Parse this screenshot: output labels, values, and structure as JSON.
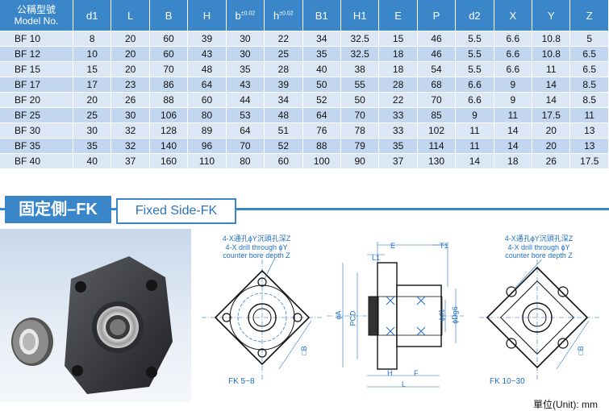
{
  "table": {
    "headers": [
      {
        "id": "model",
        "label": "Model No.",
        "cn": "公稱型號"
      },
      {
        "id": "d1",
        "label": "d1"
      },
      {
        "id": "L",
        "label": "L"
      },
      {
        "id": "B",
        "label": "B"
      },
      {
        "id": "H",
        "label": "H"
      },
      {
        "id": "b",
        "label": "b",
        "sup": "±0.02"
      },
      {
        "id": "h",
        "label": "h",
        "sup": "±0.02"
      },
      {
        "id": "B1",
        "label": "B1"
      },
      {
        "id": "H1",
        "label": "H1"
      },
      {
        "id": "E",
        "label": "E"
      },
      {
        "id": "P",
        "label": "P"
      },
      {
        "id": "d2",
        "label": "d2"
      },
      {
        "id": "X",
        "label": "X"
      },
      {
        "id": "Y",
        "label": "Y"
      },
      {
        "id": "Z",
        "label": "Z"
      }
    ],
    "rows": [
      [
        "BF 10",
        "8",
        "20",
        "60",
        "39",
        "30",
        "22",
        "34",
        "32.5",
        "15",
        "46",
        "5.5",
        "6.6",
        "10.8",
        "5"
      ],
      [
        "BF 12",
        "10",
        "20",
        "60",
        "43",
        "30",
        "25",
        "35",
        "32.5",
        "18",
        "46",
        "5.5",
        "6.6",
        "10.8",
        "6.5"
      ],
      [
        "BF 15",
        "15",
        "20",
        "70",
        "48",
        "35",
        "28",
        "40",
        "38",
        "18",
        "54",
        "5.5",
        "6.6",
        "11",
        "6.5"
      ],
      [
        "BF 17",
        "17",
        "23",
        "86",
        "64",
        "43",
        "39",
        "50",
        "55",
        "28",
        "68",
        "6.6",
        "9",
        "14",
        "8.5"
      ],
      [
        "BF 20",
        "20",
        "26",
        "88",
        "60",
        "44",
        "34",
        "52",
        "50",
        "22",
        "70",
        "6.6",
        "9",
        "14",
        "8.5"
      ],
      [
        "BF 25",
        "25",
        "30",
        "106",
        "80",
        "53",
        "48",
        "64",
        "70",
        "33",
        "85",
        "9",
        "11",
        "17.5",
        "11"
      ],
      [
        "BF 30",
        "30",
        "32",
        "128",
        "89",
        "64",
        "51",
        "76",
        "78",
        "33",
        "102",
        "11",
        "14",
        "20",
        "13"
      ],
      [
        "BF 35",
        "35",
        "32",
        "140",
        "96",
        "70",
        "52",
        "88",
        "79",
        "35",
        "114",
        "11",
        "14",
        "20",
        "13"
      ],
      [
        "BF 40",
        "40",
        "37",
        "160",
        "110",
        "80",
        "60",
        "100",
        "90",
        "37",
        "130",
        "14",
        "18",
        "26",
        "17.5"
      ]
    ]
  },
  "section": {
    "title_cn": "固定側–FK",
    "title_en": "Fixed Side-FK"
  },
  "drawings": {
    "left": {
      "note_cn": "4-X通孔ϕY沉頭孔深Z",
      "note_en1": "4-X drill through ϕY",
      "note_en2": "counter bore depth Z",
      "caption": "FK 5~8",
      "dim_b": "□B"
    },
    "middle": {
      "dims": {
        "E": "E",
        "T1": "T1",
        "L1": "L1",
        "A": "ϕA",
        "PCD": "PCD",
        "d1": "ϕd1",
        "Dg6": "ϕDg6",
        "H": "H",
        "F": "F",
        "L": "L"
      }
    },
    "right": {
      "note_cn": "4-X通孔ϕY沉頭孔深Z",
      "note_en1": "4-X drill through ϕY",
      "note_en2": "counter bore depth Z",
      "caption": "FK 10~30",
      "dim_b": "□B"
    }
  },
  "footer": {
    "unit_label": "單位(Unit):  mm"
  },
  "colors": {
    "header_bg": "#3a86c8",
    "row_light": "#dce7f5",
    "row_dark": "#c3d6ef",
    "drawing_blue": "#1f6fc0"
  }
}
